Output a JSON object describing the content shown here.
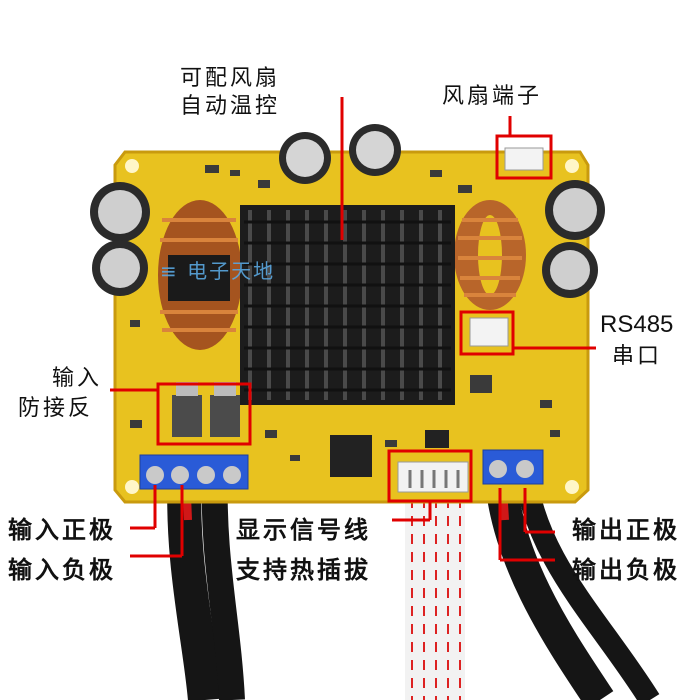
{
  "labels": {
    "fan_auto_temp": [
      "可配风扇",
      "自动温控"
    ],
    "fan_terminal": "风扇端子",
    "rs485": [
      "RS485",
      "串口"
    ],
    "input_reverse": [
      "输入",
      "防接反"
    ],
    "input_pos": "输入正极",
    "input_neg": "输入负极",
    "display_signal": [
      "显示信号线",
      "支持热插拔"
    ],
    "output_pos": "输出正极",
    "output_neg": "输出负极"
  },
  "colors": {
    "pcb": "#e8c21f",
    "pcb_edge": "#d4a914",
    "heatsink": "#1c1c1c",
    "callout": "#e00000",
    "terminal_blue": "#2a5bd7",
    "copper": "#b8652a",
    "cable_black": "#151515"
  },
  "icons": [
    "heatsink",
    "capacitor",
    "inductor-coil",
    "screw-terminal",
    "ribbon-cable",
    "connector-header",
    "ic-chip"
  ]
}
